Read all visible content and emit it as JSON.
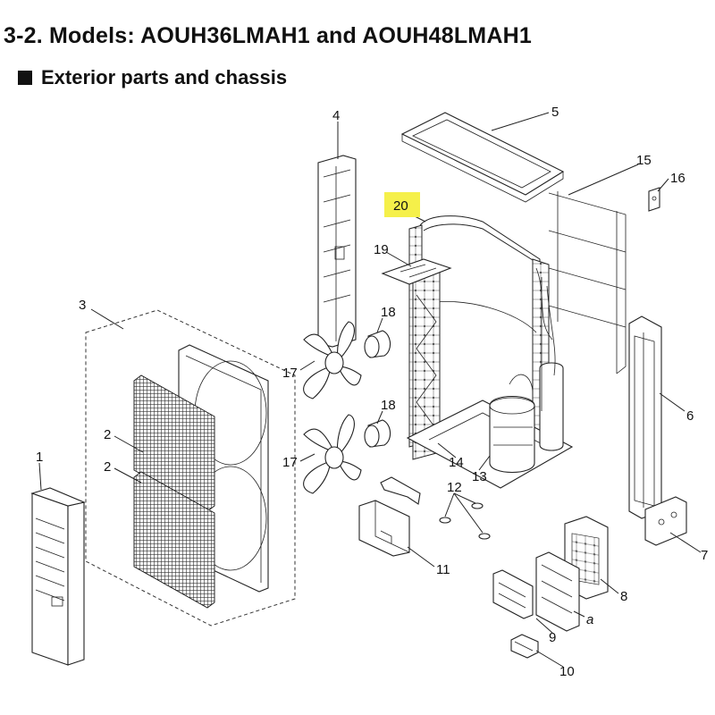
{
  "header": {
    "title": "3-2. Models: AOUH36LMAH1 and AOUH48LMAH1",
    "subtitle": "Exterior parts and chassis"
  },
  "callouts": {
    "c1": "1",
    "c2a": "2",
    "c2b": "2",
    "c3": "3",
    "c4": "4",
    "c5": "5",
    "c6": "6",
    "c7": "7",
    "c8": "8",
    "c9": "9",
    "c10": "10",
    "c11": "11",
    "c12": "12",
    "c13": "13",
    "c14": "14",
    "c15": "15",
    "c16": "16",
    "c17a": "17",
    "c17b": "17",
    "c18a": "18",
    "c18b": "18",
    "c19": "19",
    "c20": "20",
    "ca": "a"
  },
  "colors": {
    "highlight": "#f5f04a",
    "line": "#222222"
  }
}
